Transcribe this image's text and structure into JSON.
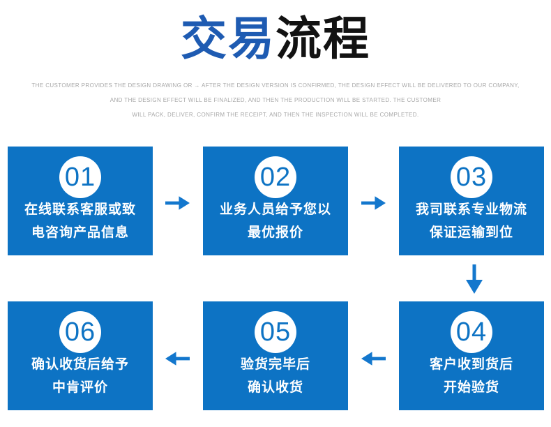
{
  "title": {
    "highlight": "交易",
    "rest": "流程"
  },
  "subtitle": {
    "lines": [
      "THE CUSTOMER PROVIDES THE DESIGN DRAWING OR → AFTER THE DESIGN VERSION IS CONFIRMED, THE DESIGN EFFECT WILL BE DELIVERED TO OUR COMPANY,",
      "AND THE DESIGN EFFECT WILL BE FINALIZED, AND THEN THE PRODUCTION WILL BE STARTED. THE CUSTOMER",
      "WILL PACK, DELIVER, CONFIRM THE RECEIPT, AND THEN THE INSPECTION WILL BE COMPLETED."
    ]
  },
  "steps": [
    {
      "number": "01",
      "lines": [
        "在线联系客服或致",
        "电咨询产品信息"
      ]
    },
    {
      "number": "02",
      "lines": [
        "业务人员给予您以",
        "最优报价"
      ]
    },
    {
      "number": "03",
      "lines": [
        "我司联系专业物流",
        "保证运输到位"
      ]
    },
    {
      "number": "04",
      "lines": [
        "客户收到货后",
        "开始验货"
      ]
    },
    {
      "number": "05",
      "lines": [
        "验货完毕后",
        "确认收货"
      ]
    },
    {
      "number": "06",
      "lines": [
        "确认收货后给予",
        "中肯评价"
      ]
    }
  ],
  "flow_order": [
    "01",
    "02",
    "03",
    "04",
    "05",
    "06"
  ],
  "colors": {
    "box-blue": "#0d73c4",
    "title-blue": "#1e5bb2",
    "title-black": "#121212",
    "subtitle-gray": "#a8a8a8",
    "arrow-blue": "#1377cd",
    "circle-white": "#ffffff",
    "box-text": "#ffffff"
  }
}
